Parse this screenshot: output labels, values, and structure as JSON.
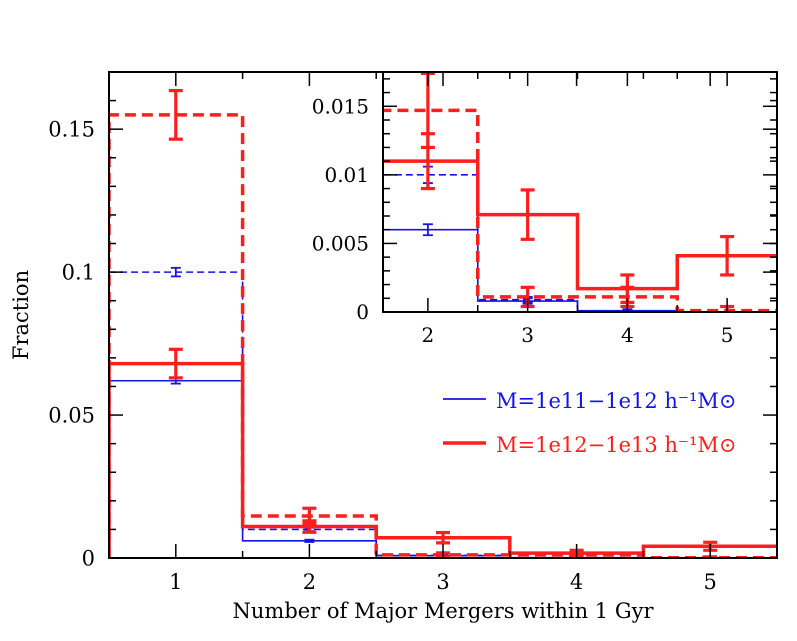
{
  "chart_data": [
    {
      "type": "histogram-step",
      "title": "",
      "xlabel": "Number of Major Mergers within 1 Gyr",
      "ylabel": "Fraction",
      "xlim": [
        0.5,
        5.5
      ],
      "ylim": [
        0,
        0.17
      ],
      "x_ticks": [
        "1",
        "2",
        "3",
        "4",
        "5"
      ],
      "y_ticks": [
        "0",
        "0.05",
        "0.1",
        "0.15"
      ],
      "legend_placement": "lower-right",
      "legend": [
        {
          "label": "M=1e11−1e12 h⁻¹M⊙",
          "color": "#1414e6",
          "style": "solid-thin"
        },
        {
          "label": "M=1e12−1e13 h⁻¹M⊙",
          "color": "#ff1e1e",
          "style": "solid-thick"
        }
      ],
      "series": [
        {
          "color": "#1414e6",
          "line": "solid",
          "width": 1.6,
          "x": [
            1,
            2,
            3,
            4,
            5
          ],
          "values": [
            0.062,
            0.006,
            0.0008,
            0.0001,
            0.0
          ],
          "errors": [
            0.001,
            0.0004,
            0.0002,
            0.0001,
            0.0
          ]
        },
        {
          "color": "#1414e6",
          "line": "dashed",
          "width": 1.6,
          "x": [
            1,
            2,
            3,
            4,
            5
          ],
          "values": [
            0.1,
            0.01,
            0.0009,
            0.0,
            0.0
          ],
          "errors": [
            0.0015,
            0.0006,
            0.0002,
            0.0,
            0.0
          ]
        },
        {
          "color": "#ff1e1e",
          "line": "solid",
          "width": 3.5,
          "x": [
            1,
            2,
            3,
            4,
            5
          ],
          "values": [
            0.068,
            0.011,
            0.0071,
            0.0017,
            0.0041
          ],
          "errors": [
            0.005,
            0.002,
            0.0018,
            0.001,
            0.0014
          ]
        },
        {
          "color": "#ff1e1e",
          "line": "dashed",
          "width": 3.5,
          "x": [
            1,
            2,
            3,
            4,
            5
          ],
          "values": [
            0.155,
            0.0147,
            0.0011,
            0.0011,
            0.0001
          ],
          "errors": [
            0.0085,
            0.0027,
            0.0007,
            0.0007,
            0.0003
          ]
        }
      ]
    },
    {
      "type": "histogram-step",
      "title": "",
      "xlabel": "",
      "ylabel": "",
      "inset_of": 0,
      "xlim": [
        1.55,
        5.5
      ],
      "ylim": [
        0,
        0.0175
      ],
      "x_ticks": [
        "2",
        "3",
        "4",
        "5"
      ],
      "y_ticks": [
        "0",
        "0.005",
        "0.01",
        "0.015"
      ],
      "series": [
        {
          "color": "#1414e6",
          "line": "solid",
          "width": 1.6,
          "x": [
            2,
            3,
            4,
            5
          ],
          "values": [
            0.006,
            0.0008,
            0.0001,
            0.0
          ],
          "errors": [
            0.0004,
            0.0002,
            0.0001,
            0.0
          ]
        },
        {
          "color": "#1414e6",
          "line": "dashed",
          "width": 1.6,
          "x": [
            2,
            3,
            4,
            5
          ],
          "values": [
            0.01,
            0.0009,
            0.0,
            0.0
          ],
          "errors": [
            0.0006,
            0.0002,
            0.0,
            0.0
          ]
        },
        {
          "color": "#ff1e1e",
          "line": "solid",
          "width": 3.5,
          "x": [
            2,
            3,
            4,
            5
          ],
          "values": [
            0.011,
            0.0071,
            0.0017,
            0.0041
          ],
          "errors": [
            0.002,
            0.0018,
            0.001,
            0.0014
          ]
        },
        {
          "color": "#ff1e1e",
          "line": "dashed",
          "width": 3.5,
          "x": [
            2,
            3,
            4,
            5
          ],
          "values": [
            0.0147,
            0.0011,
            0.0011,
            0.0001
          ],
          "errors": [
            0.0027,
            0.0007,
            0.0007,
            0.0003
          ]
        }
      ]
    }
  ]
}
